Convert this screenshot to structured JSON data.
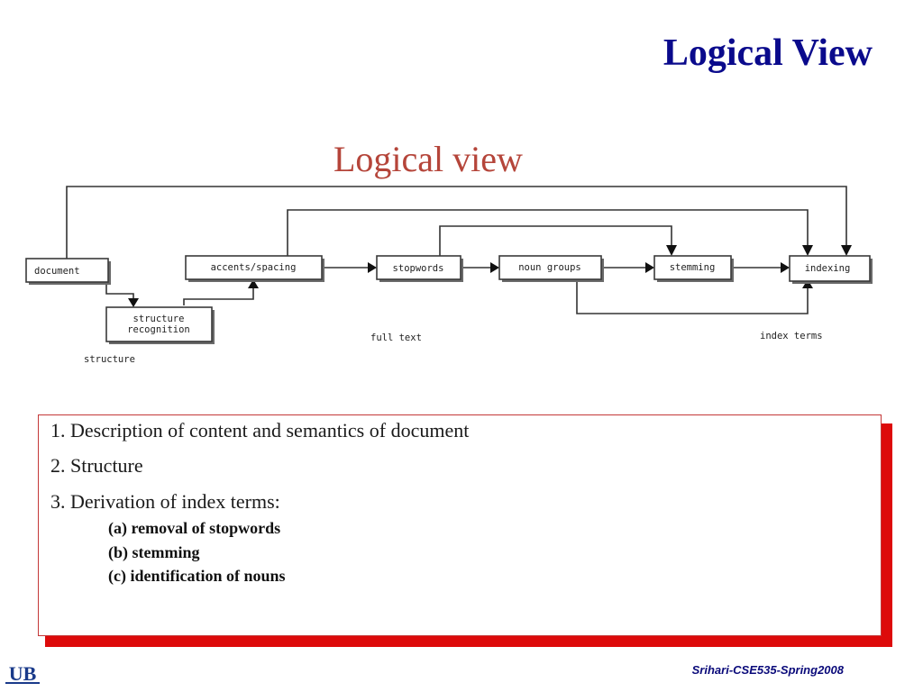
{
  "slide": {
    "title": "Logical View",
    "footer": "Srihari-CSE535-Spring2008",
    "logo": "UB"
  },
  "diagram": {
    "heading": "Logical view",
    "nodes": {
      "document": "document",
      "structure_recognition": [
        "structure",
        "recognition"
      ],
      "accents_spacing": "accents/spacing",
      "stopwords": "stopwords",
      "noun_groups": "noun groups",
      "stemming": "stemming",
      "indexing": "indexing"
    },
    "annotations": {
      "structure": "structure",
      "full_text": "full text",
      "index_terms": "index terms"
    }
  },
  "text_box": {
    "points": [
      "1. Description of content and semantics of document",
      "2. Structure",
      "3. Derivation of index terms:"
    ],
    "sub_items": [
      "(a) removal of stopwords",
      "(b) stemming",
      "(c) identification of nouns"
    ]
  },
  "colors": {
    "title": "#0a0a8c",
    "diagram_heading": "#b5453a",
    "box_shadow": "#dd0a0a",
    "footer": "#0a0a7a"
  }
}
